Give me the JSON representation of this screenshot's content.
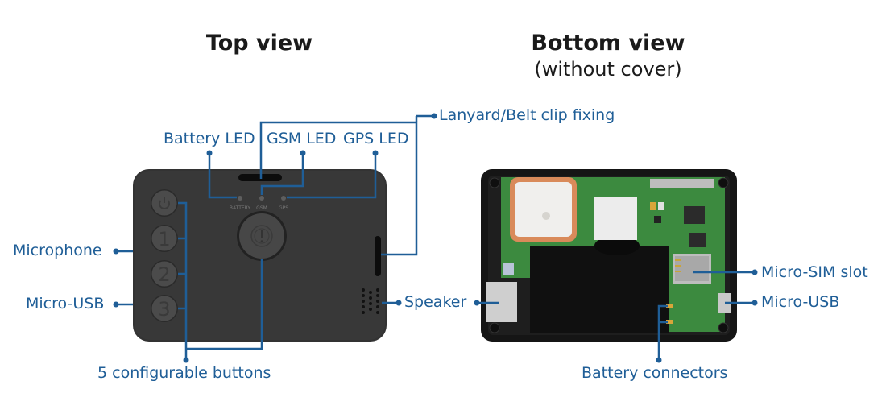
{
  "titles": {
    "top_view": "Top view",
    "bottom_view": "Bottom view",
    "bottom_view_sub": "(without cover)"
  },
  "top_labels": {
    "lanyard": "Lanyard/Belt clip fixing",
    "battery_led": "Battery LED",
    "gsm_led": "GSM LED",
    "gps_led": "GPS LED",
    "microphone": "Microphone",
    "micro_usb": "Micro-USB",
    "speaker": "Speaker",
    "buttons": "5 configurable buttons"
  },
  "device_print": {
    "battery": "BATTERY",
    "gsm": "GSM",
    "gps": "GPS",
    "btn1": "1",
    "btn2": "2",
    "btn3": "3"
  },
  "bottom_labels": {
    "micro_sim": "Micro-SIM slot",
    "micro_usb": "Micro-USB",
    "battery_connectors": "Battery connectors"
  },
  "colors": {
    "callout": "#1f5e97",
    "device_body": "#333333",
    "pcb": "#3b8a3e",
    "gps_antenna_rim": "#d98a5a"
  }
}
